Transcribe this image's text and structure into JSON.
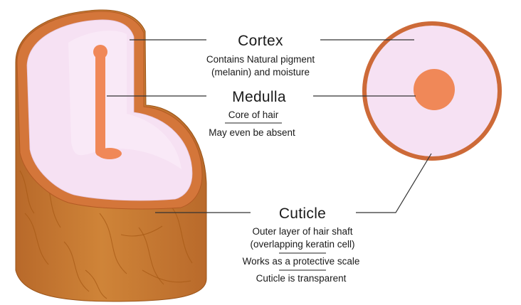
{
  "labels": {
    "cortex": {
      "title": "Cortex",
      "lines": [
        "Contains Natural pigment",
        "(melanin) and moisture"
      ]
    },
    "medulla": {
      "title": "Medulla",
      "lines": [
        "Core of hair",
        "May even be absent"
      ]
    },
    "cuticle": {
      "title": "Cuticle",
      "lines": [
        "Outer layer of hair shaft",
        "(overlapping keratin cell)",
        "Works as a protective scale",
        "Cuticle is transparent"
      ]
    }
  },
  "colors": {
    "cuticle_face": "#c8782e",
    "cuticle_dark": "#a55a1c",
    "cuticle_rim": "#d4763a",
    "cortex_fill": "#f6e1f3",
    "medulla_fill": "#f08858",
    "cross_section_ring": "#cd6a38"
  }
}
